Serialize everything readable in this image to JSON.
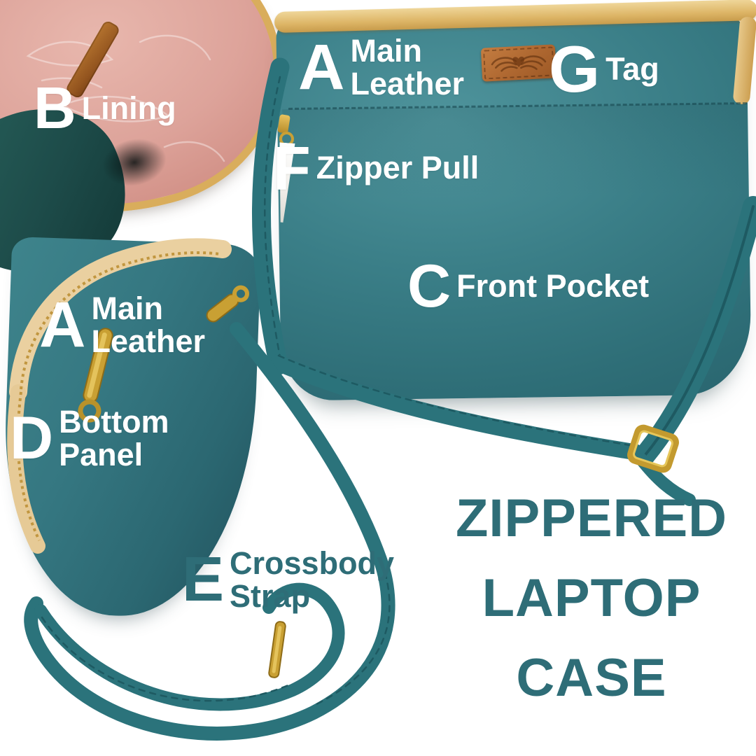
{
  "page": {
    "background": "#FFFFFF",
    "kind": "annotated product photo collage"
  },
  "title": {
    "lines": [
      "ZIPPERED",
      "LAPTOP",
      "CASE"
    ],
    "color": "#2E6D77"
  },
  "labels": [
    {
      "key": "B",
      "letter": "B",
      "lines": [
        "Lining"
      ],
      "text_color": "#FFFFFF"
    },
    {
      "key": "A-top",
      "letter": "A",
      "lines": [
        "Main",
        "Leather"
      ],
      "text_color": "#FFFFFF"
    },
    {
      "key": "G",
      "letter": "G",
      "lines": [
        "Tag"
      ],
      "text_color": "#FFFFFF"
    },
    {
      "key": "F",
      "letter": "F",
      "lines": [
        "Zipper Pull"
      ],
      "text_color": "#FFFFFF"
    },
    {
      "key": "C",
      "letter": "C",
      "lines": [
        "Front Pocket"
      ],
      "text_color": "#FFFFFF"
    },
    {
      "key": "A-side",
      "letter": "A",
      "lines": [
        "Main",
        "Leather"
      ],
      "text_color": "#FFFFFF"
    },
    {
      "key": "D",
      "letter": "D",
      "lines": [
        "Bottom",
        "Panel"
      ],
      "text_color": "#FFFFFF"
    },
    {
      "key": "E",
      "letter": "E",
      "lines": [
        "Crossbody",
        "Strap"
      ],
      "text_color": "#2E6D77"
    }
  ],
  "photos": {
    "open_case": {
      "alt": "Open zippered case showing pink floral lining, brass zipper and leather pull strip"
    },
    "front_case": {
      "alt": "Teal leather laptop case front with gold zipper, front pocket, leather tag and crossbody strap with brass buckle"
    },
    "side_case": {
      "alt": "Side view of teal case standing upright with cream zipper band, brass clasps and looped crossbody strap"
    }
  },
  "icons": {
    "tag_logo": "wings-emboss-icon",
    "zipper_hardware": "zipper-pull-icon",
    "strap_hardware": "brass-slide-buckle-icon",
    "clasp_hardware": "brass-clasp-hook-icon"
  },
  "colors": {
    "leather_teal": "#35767E",
    "leather_teal_dark": "#27626C",
    "strap_teal": "#2B737B",
    "zipper_gold": "#DDB566",
    "cream_zipper_band": "#EAD0A0",
    "lining_pink": "#DDA39A",
    "tag_brown": "#AE6730",
    "hardware_brass": "#C9A033",
    "dark_exterior": "#1D4B49",
    "title_teal": "#2E6D77",
    "label_white": "#FFFFFF"
  }
}
